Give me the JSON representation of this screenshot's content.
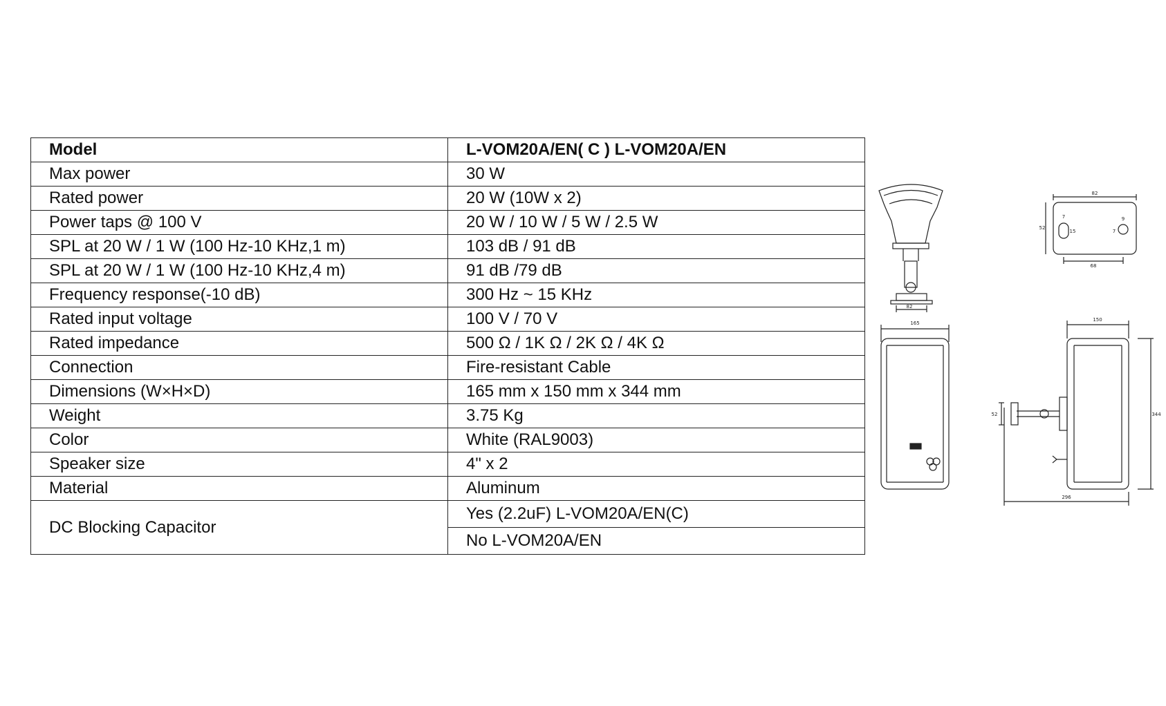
{
  "spec_table": {
    "header": {
      "label": "Model",
      "value": "L-VOM20A/EN( C )    L-VOM20A/EN"
    },
    "rows": [
      {
        "label": "Max power",
        "value": "30 W"
      },
      {
        "label": "Rated power",
        "value": "20 W (10W x 2)"
      },
      {
        "label": "Power taps @ 100 V",
        "value": "20 W / 10 W / 5 W / 2.5 W"
      },
      {
        "label": "SPL at 20 W / 1 W (100 Hz-10 KHz,1 m)",
        "value": "103 dB / 91 dB"
      },
      {
        "label": "SPL at 20 W / 1 W (100 Hz-10 KHz,4 m)",
        "value": "91 dB  /79 dB"
      },
      {
        "label": "Frequency response(-10 dB)",
        "value": "300 Hz ~ 15 KHz"
      },
      {
        "label": "Rated input voltage",
        "value": "100 V / 70 V"
      },
      {
        "label": "Rated impedance",
        "value": "500 Ω / 1K Ω / 2K Ω / 4K Ω"
      },
      {
        "label": "Connection",
        "value": "Fire-resistant Cable"
      },
      {
        "label": "Dimensions   (W×H×D)",
        "value": "165 mm x 150 mm x 344 mm"
      },
      {
        "label": "Weight",
        "value": "3.75 Kg"
      },
      {
        "label": "Color",
        "value": "White (RAL9003)"
      },
      {
        "label": "Speaker size",
        "value": "4\" x 2"
      },
      {
        "label": "Material",
        "value": "Aluminum"
      }
    ],
    "dc_blocking": {
      "label": "DC Blocking Capacitor",
      "values": [
        "Yes (2.2uF) L-VOM20A/EN(C)",
        "No  L-VOM20A/EN"
      ]
    }
  },
  "drawing_dimensions": {
    "top_front_base": "82",
    "bracket_width": "82",
    "bracket_height": "52",
    "bracket_hole_a": "7",
    "bracket_hole_b": "15",
    "bracket_hole_c": "9",
    "bracket_hole_d": "7",
    "bracket_spacing": "68",
    "front_width": "165",
    "side_width": "150",
    "side_height": "344",
    "side_arm_height": "52",
    "side_depth": "296"
  }
}
